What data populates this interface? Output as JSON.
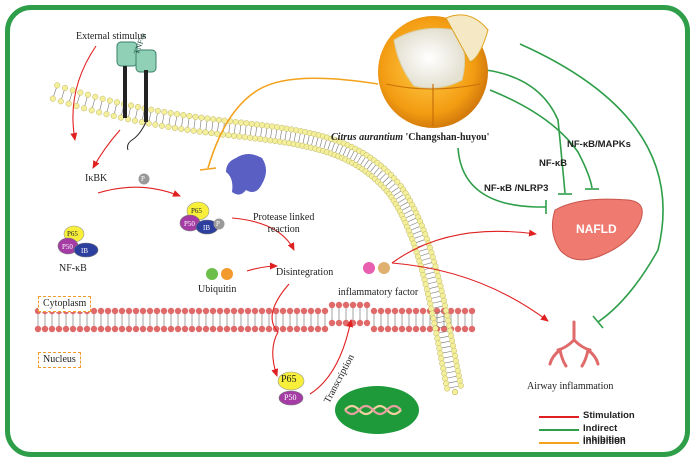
{
  "labels": {
    "external_stimulus": "External stimulus",
    "tnf": "TNF-α",
    "ikbk": "IκBK",
    "nfkb": "NF-κB",
    "p65": "P65",
    "p50": "P50",
    "ib": "IB",
    "p": "P",
    "protease": "Protease linked\nreaction",
    "ubiquitin": "Ubiquitin",
    "disintegration": "Disintegration",
    "inflammatory_factor": "inflammatory factor",
    "cytoplasm": "Cytoplasm",
    "nucleus": "Nucleus",
    "transcription": "Transcription",
    "citrus_italic": "Citrus aurantium",
    "citrus_rest": " 'Changshan-huyou'",
    "nfkb_mapks": "NF-κB/MAPKs",
    "nfkb_short": "NF-κB",
    "nfkb_nlrp3": "NF-κB /NLRP3",
    "nafld": "NAFLD",
    "airway": "Airway inflammation"
  },
  "legend": [
    {
      "label": "Stimulation",
      "color": "#e02020"
    },
    {
      "label": "Indirect inhibition",
      "color": "#2e9e49"
    },
    {
      "label": "Inhibition",
      "color": "#f2a21c"
    }
  ],
  "colors": {
    "frame": "#2e9e49",
    "stimulation": "#e02020",
    "indirect_inhibition": "#2e9e49",
    "inhibition": "#f2a21c",
    "membrane_head": "#e06a6a",
    "liver": "#ef7a70",
    "fruit": "#f4a414"
  },
  "icons": [
    "receptor-icon",
    "citrus-fruit-icon",
    "liver-icon",
    "lungs-icon",
    "dna-icon",
    "protease-icon"
  ]
}
